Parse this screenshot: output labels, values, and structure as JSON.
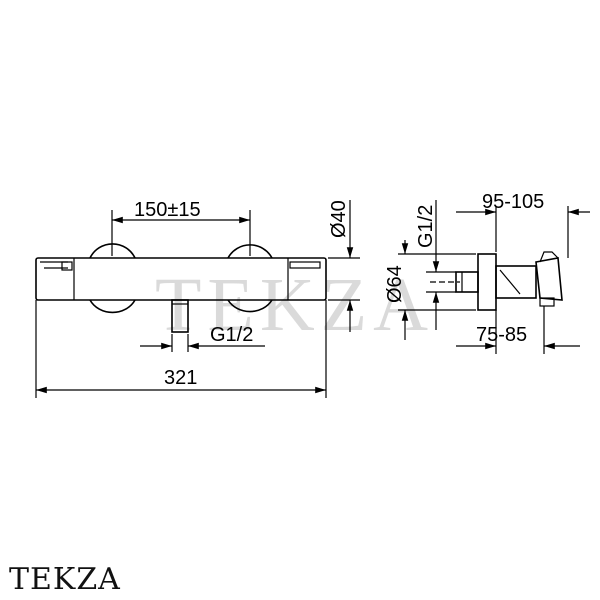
{
  "watermark": "TEKZA",
  "brand": "TEKZA",
  "dimensions": {
    "spacing": "150±15",
    "total_length": "321",
    "inlet_thread_bottom": "G1/2",
    "inlet_thread_side": "G1/2",
    "diameter_small": "Ø40",
    "diameter_large": "Ø64",
    "depth_range_top": "95-105",
    "depth_range_bottom": "75-85"
  }
}
